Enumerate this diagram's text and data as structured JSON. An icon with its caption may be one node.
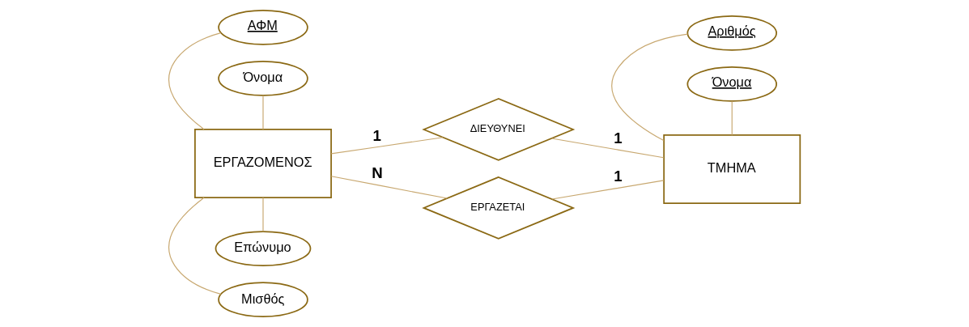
{
  "diagram": {
    "nodes": [
      {
        "text": [
          "ΑΦΜ"
        ]
      },
      {
        "text": [
          "Όνομα"
        ]
      },
      {
        "text": [
          "ΕΡΓΑΖΟΜΕΝΟΣ"
        ]
      },
      {
        "text": [
          "Μισθός"
        ]
      },
      {
        "text": [
          "Επώνυμο"
        ]
      },
      {
        "text": [
          "ΔΙΕΥΘΥΝΕΙ"
        ]
      },
      {
        "text": [
          "ΕΡΓΑΖΕΤΑΙ"
        ]
      },
      {
        "text": [
          "Αριθμός"
        ]
      },
      {
        "text": [
          "Όνομα"
        ]
      },
      {
        "text": [
          "ΤΜΗΜΑ"
        ]
      }
    ],
    "edges": [
      {
        "from": 0,
        "to": 2,
        "arrow": "none"
      },
      {
        "from": 1,
        "to": 2,
        "arrow": "none"
      },
      {
        "from": 2,
        "to": 3,
        "arrow": "none"
      },
      {
        "from": 2,
        "to": 4,
        "arrow": "none"
      },
      {
        "from": 2,
        "to": 5,
        "arrow": "none",
        "label": "1"
      },
      {
        "from": 2,
        "to": 6,
        "arrow": "none",
        "label": "N"
      },
      {
        "from": 5,
        "to": 9,
        "arrow": "none",
        "label": "1"
      },
      {
        "from": 6,
        "to": 9,
        "arrow": "none",
        "label": "1"
      },
      {
        "from": 7,
        "to": 9,
        "arrow": "none"
      },
      {
        "from": 8,
        "to": 9,
        "arrow": "none"
      }
    ]
  }
}
